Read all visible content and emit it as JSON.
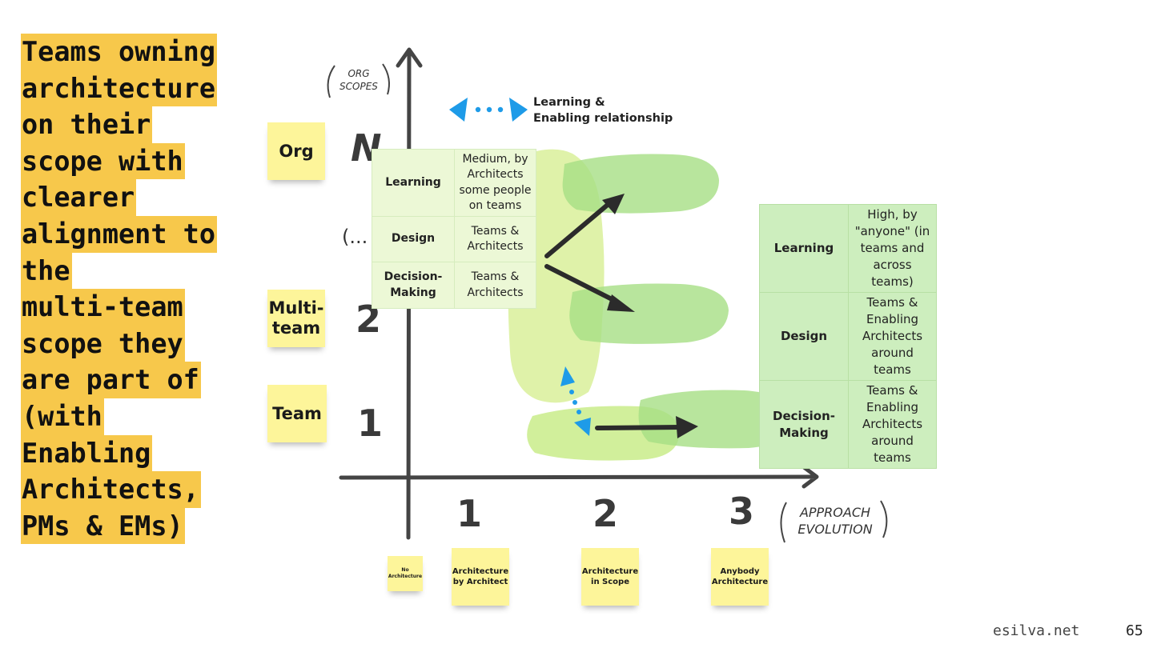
{
  "title_lines": [
    "Teams owning",
    "architecture",
    "on their",
    "scope with",
    "clearer",
    "alignment to",
    "the",
    "multi-team",
    "scope they",
    "are part of",
    "(with",
    "Enabling",
    "Architects,",
    "PMs & EMs)"
  ],
  "colors": {
    "highlight": "#f7c84b",
    "sticky": "#fdf59a",
    "arrow_blue": "#1e9be8",
    "blob_light": "#d9f09a",
    "blob_green": "#a6df84"
  },
  "y_axis": {
    "label_line1": "ORG",
    "label_line2": "SCOPES",
    "ticks": [
      "N",
      "(...",
      "2",
      "1"
    ]
  },
  "x_axis": {
    "label_line1": "APPROACH",
    "label_line2": "EVOLUTION",
    "ticks": [
      "1",
      "2",
      "3"
    ]
  },
  "scope_stickies": [
    "Org",
    "Multi-team",
    "Team"
  ],
  "approach_stickies": {
    "none": "No Architecture",
    "a1": "Architecture by Architect",
    "a2": "Architecture in Scope",
    "a3": "Anybody Architecture"
  },
  "legend": {
    "line1": "Learning &",
    "line2": "Enabling relationship"
  },
  "table_scope": [
    {
      "label": "Learning",
      "value": "Medium, by Architects some people on teams"
    },
    {
      "label": "Design",
      "value": "Teams & Architects"
    },
    {
      "label": "Decision-Making",
      "value": "Teams & Architects"
    }
  ],
  "table_anybody": [
    {
      "label": "Learning",
      "value": "High, by \"anyone\" (in teams and across teams)"
    },
    {
      "label": "Design",
      "value": "Teams & Enabling Architects around teams"
    },
    {
      "label": "Decision-Making",
      "value": "Teams & Enabling Architects around teams"
    }
  ],
  "footer": {
    "site": "esilva.net",
    "page": "65"
  }
}
